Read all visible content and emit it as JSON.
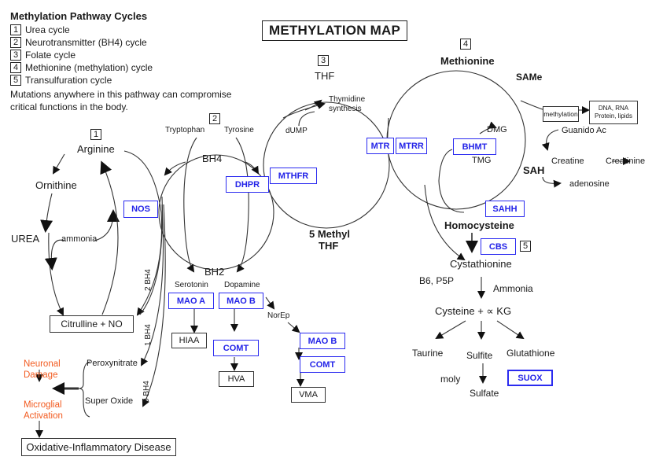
{
  "legend": {
    "title": "Methylation Pathway Cycles",
    "items": [
      {
        "num": "1",
        "label": "Urea cycle"
      },
      {
        "num": "2",
        "label": "Neurotransmitter (BH4) cycle"
      },
      {
        "num": "3",
        "label": "Folate cycle"
      },
      {
        "num": "4",
        "label": "Methionine (methylation) cycle"
      },
      {
        "num": "5",
        "label": "Transulfuration cycle"
      }
    ],
    "note": "Mutations anywhere in this pathway can compromise critical functions in the body."
  },
  "title": "METHYLATION MAP",
  "cycle_markers": {
    "c1": "1",
    "c2": "2",
    "c3": "3",
    "c4": "4",
    "c5": "5"
  },
  "urea": {
    "arginine": "Arginine",
    "ornithine": "Ornithine",
    "urea": "UREA",
    "ammonia": "ammonia",
    "citrulline": "Citrulline + NO",
    "nos": "NOS"
  },
  "bh4": {
    "tryptophan": "Tryptophan",
    "tyrosine": "Tyrosine",
    "bh4": "BH4",
    "bh2": "BH2",
    "dhpr": "DHPR",
    "label_2bh4": "2 BH4",
    "label_1bh4": "1 BH4",
    "label_0bh4": "0 BH4"
  },
  "neuro": {
    "serotonin": "Serotonin",
    "dopamine": "Dopamine",
    "norep": "NorEp",
    "mao_a": "MAO A",
    "mao_b": "MAO B",
    "mao_b2": "MAO B",
    "comt": "COMT",
    "comt2": "COMT",
    "hiaa": "HIAA",
    "hva": "HVA",
    "vma": "VMA"
  },
  "oxidative": {
    "peroxynitrate": "Peroxynitrate",
    "superoxide": "Super Oxide",
    "neuronal_damage": "Neuronal Damage",
    "microglial": "Microglial Activation",
    "disease": "Oxidative-Inflammatory Disease"
  },
  "folate": {
    "thf": "THF",
    "thymidine": "Thymidine synthesis",
    "dump": "dUMP",
    "mthfr": "MTHFR",
    "methyl_thf_1": "5 Methyl",
    "methyl_thf_2": "THF",
    "mtr": "MTR",
    "mtrr": "MTRR"
  },
  "methionine": {
    "methionine": "Methionine",
    "same": "SAMe",
    "methylation": "methylation",
    "targets": "DNA, RNA Protein, lipids",
    "dmg": "DMG",
    "tmg": "TMG",
    "bhmt": "BHMT",
    "guanido": "Guanido Ac",
    "creatine": "Creatine",
    "creatinine": "Creatinine",
    "sah": "SAH",
    "adenosine": "adenosine",
    "sahh": "SAHH",
    "homocysteine": "Homocysteine"
  },
  "transsulf": {
    "cbs": "CBS",
    "cystathionine": "Cystathionine",
    "b6": "B6, P5P",
    "ammonia": "Ammonia",
    "cysteine": "Cysteine + ∝ KG",
    "taurine": "Taurine",
    "sulfite": "Sulfite",
    "glutathione": "Glutathione",
    "moly": "moly",
    "sulfate": "Sulfate",
    "suox": "SUOX"
  },
  "colors": {
    "enzyme": "#2424e8",
    "warning": "#f25a1f",
    "line": "#222222"
  }
}
